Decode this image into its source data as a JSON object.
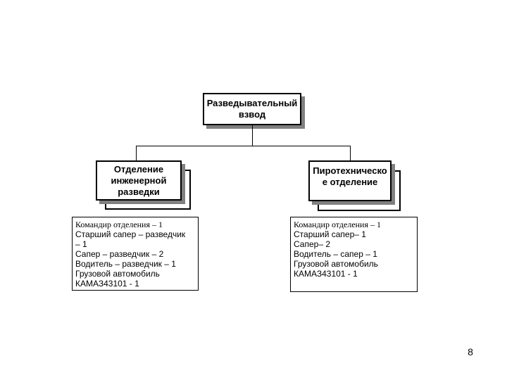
{
  "slide": {
    "page_number": "8",
    "colors": {
      "background": "#ffffff",
      "box_border": "#000000",
      "box_shadow": "#808080",
      "text": "#000000"
    },
    "diagram": {
      "root": {
        "lines": [
          "Разведывательный",
          "взвод"
        ]
      },
      "branches": [
        {
          "title_lines": [
            "Отделение",
            "инженерной",
            "разведки"
          ],
          "detail_lines": [
            "Командир отделения – 1",
            "Старший сапер – разведчик",
            "– 1",
            "Сапер – разведчик – 2",
            "Водитель – разведчик – 1",
            "Грузовой автомобиль",
            "КАМАЗ43101 - 1"
          ]
        },
        {
          "title_lines": [
            "Пиротехническо",
            "е отделение"
          ],
          "detail_lines": [
            "Командир отделения – 1",
            "Старший сапер– 1",
            "Сапер– 2",
            "Водитель – сапер – 1",
            "Грузовой автомобиль",
            "КАМАЗ43101 - 1"
          ]
        }
      ]
    }
  }
}
